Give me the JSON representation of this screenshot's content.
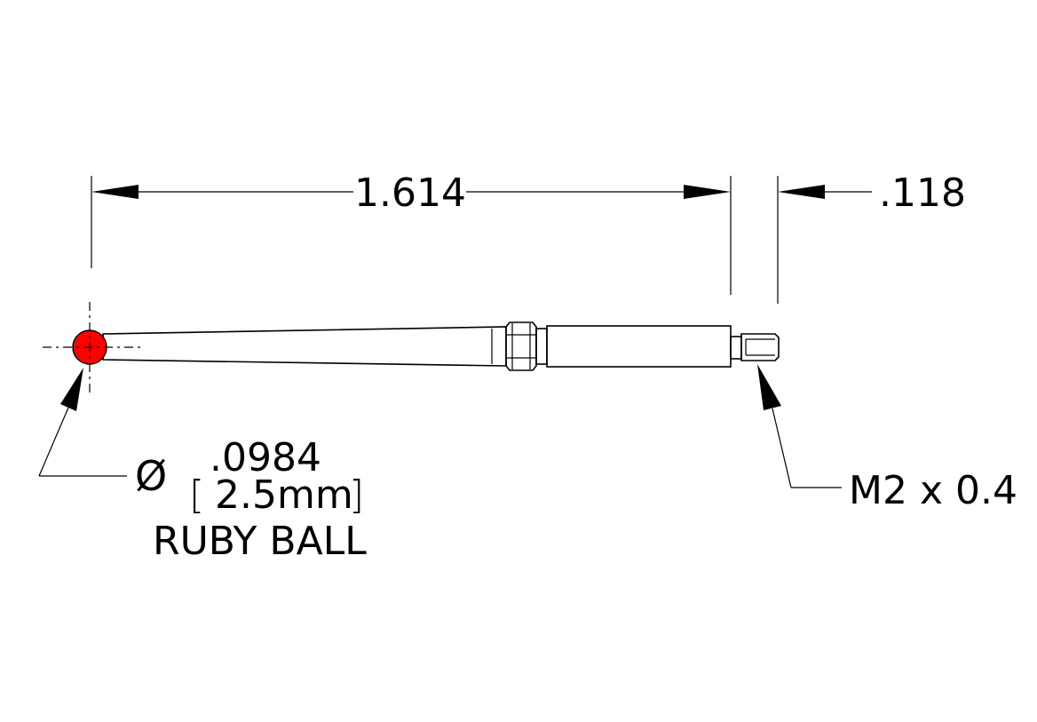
{
  "dimensions": {
    "overall_length": "1.614",
    "thread_length": ".118"
  },
  "ball_callout": {
    "diameter_symbol": "Ø",
    "diameter_inch": ".0984",
    "bracket_open": "[",
    "diameter_mm": "2.5mm",
    "bracket_close": "]",
    "material": "RUBY BALL"
  },
  "thread_callout": {
    "spec": "M2 x 0.4"
  },
  "colors": {
    "ruby_ball": "#ff0000",
    "lines": "#000000",
    "background": "#ffffff"
  }
}
